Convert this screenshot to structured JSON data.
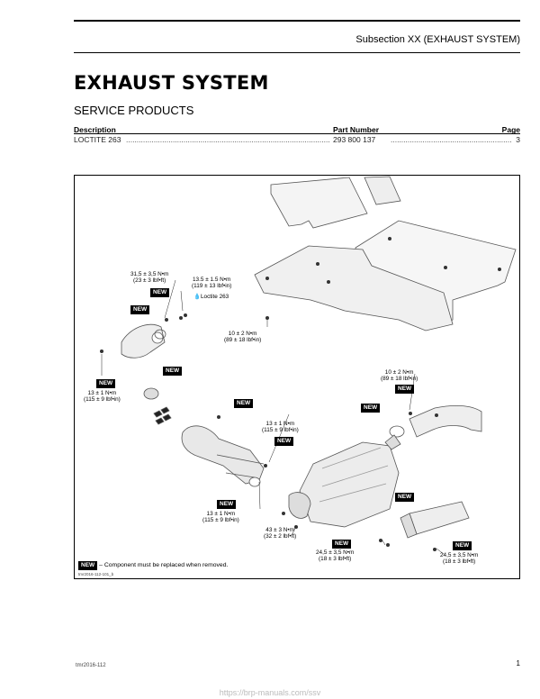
{
  "header": {
    "subsection": "Subsection XX (EXHAUST SYSTEM)"
  },
  "title": "EXHAUST SYSTEM",
  "section_title": "SERVICE PRODUCTS",
  "table": {
    "headers": {
      "description": "Description",
      "part_number": "Part Number",
      "page": "Page"
    },
    "rows": [
      {
        "description": "LOCTITE 263",
        "part_number": "293 800 137",
        "page": "3"
      }
    ]
  },
  "figure": {
    "labels": {
      "t1": "31,5 ± 3,5 N•m\n(23 ± 3 lbf•ft)",
      "t2": "13.5 ± 1.5 N•m\n(119 ± 13 lbf•in)",
      "loctite": "Loctite 263",
      "t3": "10 ± 2 N•m\n(89 ± 18 lbf•in)",
      "t4": "13 ± 1 N•m\n(115 ± 9 lbf•in)",
      "t5": "10 ± 2 N•m\n(89 ± 18 lbf•in)",
      "t6": "13 ± 1 N•m\n(115 ± 9 lbf•in)",
      "t7": "13 ± 1 N•m\n(115 ± 9 lbf•in)",
      "t8": "43 ± 3 N•m\n(32 ± 2 lbf•ft)",
      "t9": "24,5 ± 3,5 N•m\n(18 ± 3 lbf•ft)",
      "t10": "24,5 ± 3,5 N•m\n(18 ± 3 lbf•ft)"
    },
    "new_badge": "NEW",
    "legend_text": "– Component must be replaced when removed.",
    "figure_id": "tmr2016-112-101_b"
  },
  "footer": {
    "code": "tmr2016-112",
    "page": "1",
    "url": "https://brp-manuals.com/ssv"
  }
}
